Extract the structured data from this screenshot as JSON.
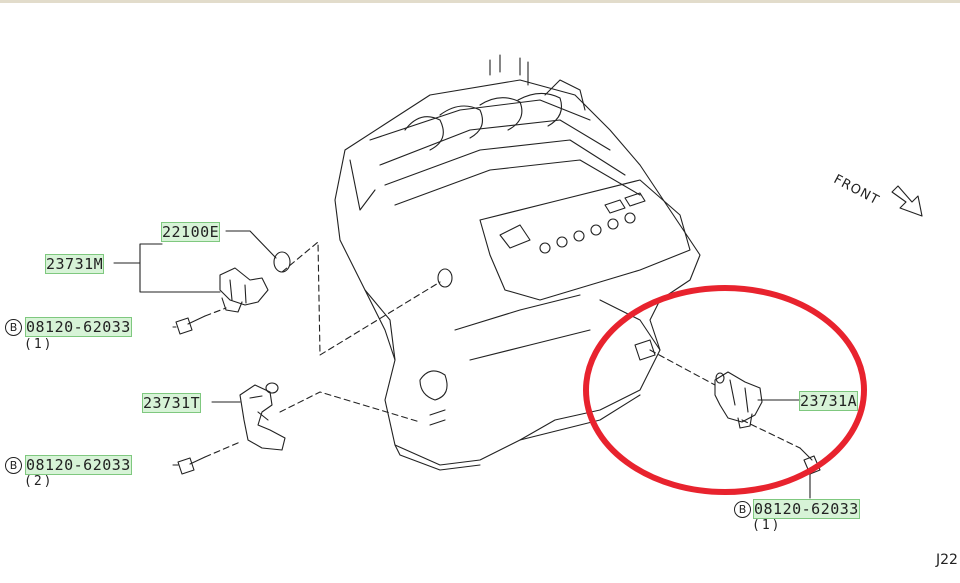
{
  "parts": {
    "bracket_sensor": "22100E",
    "cam_sensor_m": "23731M",
    "cam_sensor_t": "23731T",
    "cam_sensor_a": "23731A"
  },
  "bolts": [
    {
      "marker": "B",
      "number": "08120-62033",
      "qty": "(1)"
    },
    {
      "marker": "B",
      "number": "08120-62033",
      "qty": "(2)"
    },
    {
      "marker": "B",
      "number": "08120-62033",
      "qty": "(1)"
    }
  ],
  "orientation": {
    "text": "FRONT"
  },
  "diagram_code": "J22",
  "colors": {
    "ink": "#222222",
    "highlight_circle": "#e8232e",
    "label_highlight": "#8cdc8c"
  }
}
